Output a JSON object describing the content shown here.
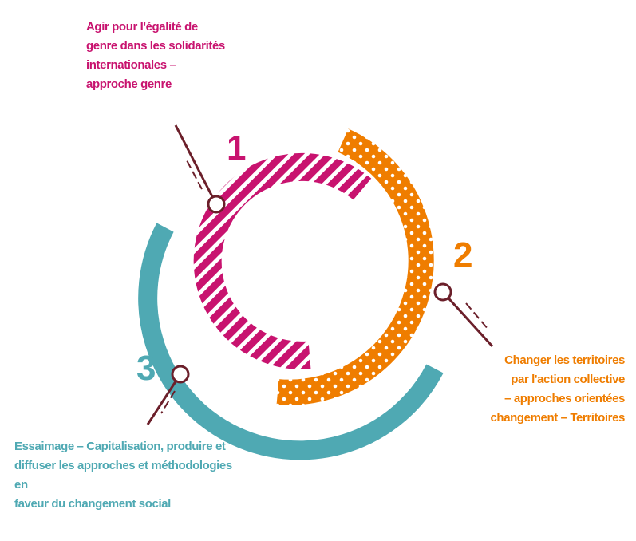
{
  "colors": {
    "magenta": "#c8136f",
    "orange": "#ef7d00",
    "teal": "#4fa9b3",
    "marker": "#6b1f2a"
  },
  "items": [
    {
      "number": "1",
      "text": "Agir pour l'égalité de\ngenre dans les solidarités\n internationales –\napproche genre",
      "color": "#c8136f",
      "pattern": "diagonal-stripes"
    },
    {
      "number": "2",
      "text": "Changer les territoires\npar l'action collective\n– approches orientées\nchangement – Territoires",
      "color": "#ef7d00",
      "pattern": "polka-dots"
    },
    {
      "number": "3",
      "text": "Essaimage – Capitalisation, produire et\ndiffuser les approches et méthodologies en\nfaveur du changement social",
      "color": "#4fa9b3",
      "pattern": "solid"
    }
  ]
}
